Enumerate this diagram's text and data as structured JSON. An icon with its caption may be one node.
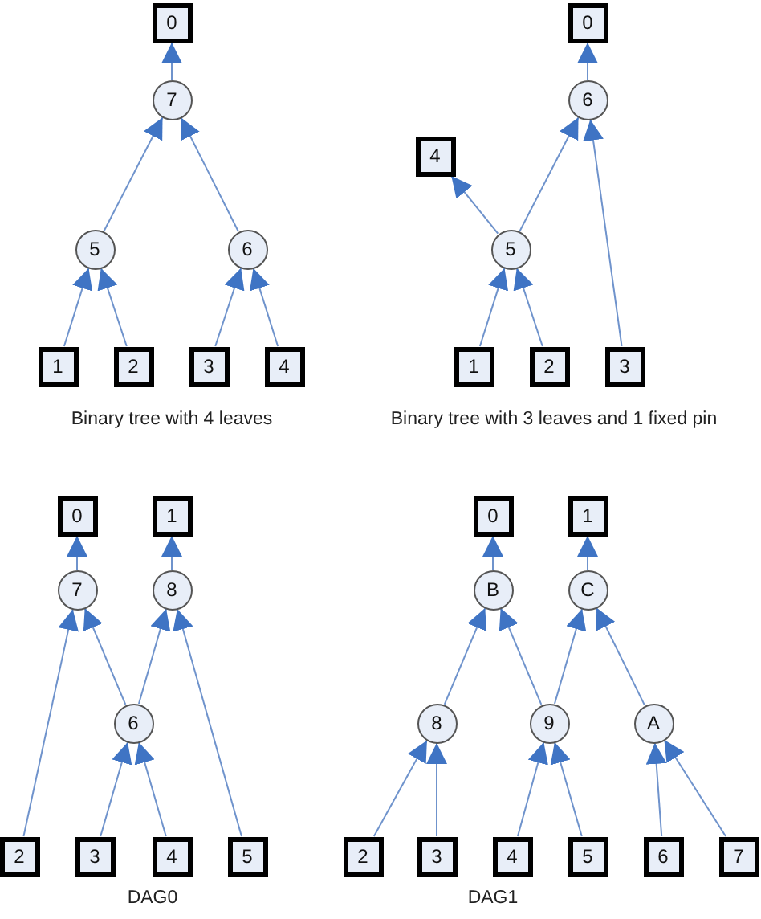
{
  "diagram": {
    "nodes": [
      {
        "text": [
          "0"
        ]
      },
      {
        "text": [
          "7"
        ]
      },
      {
        "text": [
          "5"
        ]
      },
      {
        "text": [
          "6"
        ]
      },
      {
        "text": [
          "1"
        ]
      },
      {
        "text": [
          "2"
        ]
      },
      {
        "text": [
          "3"
        ]
      },
      {
        "text": [
          "4"
        ]
      },
      {
        "text": [
          "0"
        ]
      },
      {
        "text": [
          "6"
        ]
      },
      {
        "text": [
          "4"
        ]
      },
      {
        "text": [
          "5"
        ]
      },
      {
        "text": [
          "1"
        ]
      },
      {
        "text": [
          "2"
        ]
      },
      {
        "text": [
          "3"
        ]
      },
      {
        "text": [
          "0"
        ]
      },
      {
        "text": [
          "1"
        ]
      },
      {
        "text": [
          "7"
        ]
      },
      {
        "text": [
          "8"
        ]
      },
      {
        "text": [
          "6"
        ]
      },
      {
        "text": [
          "2"
        ]
      },
      {
        "text": [
          "3"
        ]
      },
      {
        "text": [
          "4"
        ]
      },
      {
        "text": [
          "5"
        ]
      },
      {
        "text": [
          "0"
        ]
      },
      {
        "text": [
          "1"
        ]
      },
      {
        "text": [
          "B"
        ]
      },
      {
        "text": [
          "C"
        ]
      },
      {
        "text": [
          "8"
        ]
      },
      {
        "text": [
          "9"
        ]
      },
      {
        "text": [
          "A"
        ]
      },
      {
        "text": [
          "2"
        ]
      },
      {
        "text": [
          "3"
        ]
      },
      {
        "text": [
          "4"
        ]
      },
      {
        "text": [
          "5"
        ]
      },
      {
        "text": [
          "6"
        ]
      },
      {
        "text": [
          "7"
        ]
      }
    ],
    "edges": [
      {
        "from": 1,
        "to": 0,
        "arrow": "to"
      },
      {
        "from": 2,
        "to": 1,
        "arrow": "to"
      },
      {
        "from": 3,
        "to": 1,
        "arrow": "to"
      },
      {
        "from": 4,
        "to": 2,
        "arrow": "to"
      },
      {
        "from": 5,
        "to": 2,
        "arrow": "to"
      },
      {
        "from": 6,
        "to": 3,
        "arrow": "to"
      },
      {
        "from": 7,
        "to": 3,
        "arrow": "to"
      },
      {
        "from": 9,
        "to": 8,
        "arrow": "to"
      },
      {
        "from": 11,
        "to": 10,
        "arrow": "to"
      },
      {
        "from": 11,
        "to": 9,
        "arrow": "to"
      },
      {
        "from": 14,
        "to": 9,
        "arrow": "to"
      },
      {
        "from": 12,
        "to": 11,
        "arrow": "to"
      },
      {
        "from": 13,
        "to": 11,
        "arrow": "to"
      },
      {
        "from": 17,
        "to": 15,
        "arrow": "to"
      },
      {
        "from": 18,
        "to": 16,
        "arrow": "to"
      },
      {
        "from": 20,
        "to": 17,
        "arrow": "to"
      },
      {
        "from": 19,
        "to": 17,
        "arrow": "to"
      },
      {
        "from": 19,
        "to": 18,
        "arrow": "to"
      },
      {
        "from": 23,
        "to": 18,
        "arrow": "to"
      },
      {
        "from": 21,
        "to": 19,
        "arrow": "to"
      },
      {
        "from": 22,
        "to": 19,
        "arrow": "to"
      },
      {
        "from": 26,
        "to": 24,
        "arrow": "to"
      },
      {
        "from": 27,
        "to": 25,
        "arrow": "to"
      },
      {
        "from": 28,
        "to": 26,
        "arrow": "to"
      },
      {
        "from": 29,
        "to": 26,
        "arrow": "to"
      },
      {
        "from": 29,
        "to": 27,
        "arrow": "to"
      },
      {
        "from": 30,
        "to": 27,
        "arrow": "to"
      },
      {
        "from": 31,
        "to": 28,
        "arrow": "to"
      },
      {
        "from": 32,
        "to": 28,
        "arrow": "to"
      },
      {
        "from": 33,
        "to": 29,
        "arrow": "to"
      },
      {
        "from": 34,
        "to": 29,
        "arrow": "to"
      },
      {
        "from": 35,
        "to": 30,
        "arrow": "to"
      },
      {
        "from": 36,
        "to": 30,
        "arrow": "to"
      }
    ],
    "labels": [
      "Binary tree with 4 leaves",
      "Binary tree with 3 leaves and 1 fixed pin",
      "DAG0",
      "DAG1"
    ]
  }
}
